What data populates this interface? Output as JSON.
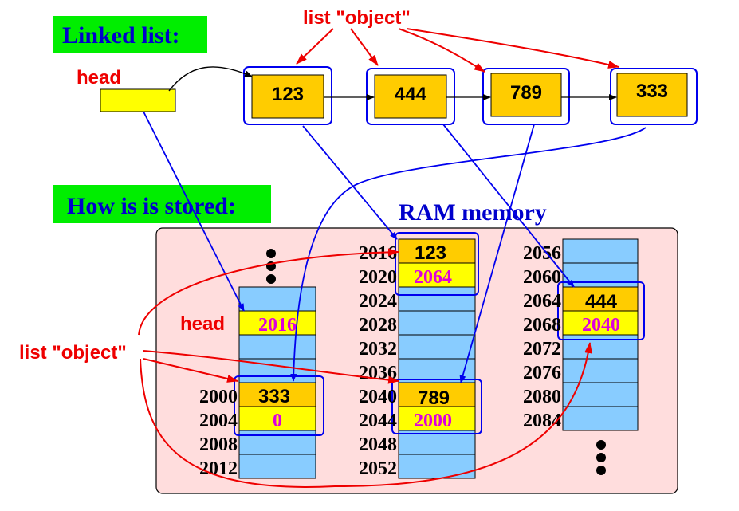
{
  "labels": {
    "linked_list_title": "Linked list:",
    "stored_title": "How is is stored:",
    "ram_title": "RAM memory",
    "head": "head",
    "list_object": "list \"object\""
  },
  "nodes": [
    "123",
    "444",
    "789",
    "333"
  ],
  "memory": {
    "col1": {
      "addresses": [
        "2000",
        "2004",
        "2008",
        "2012"
      ],
      "head_value": "2016",
      "node_value": "333",
      "node_next": "0"
    },
    "col2": {
      "addresses": [
        "2016",
        "2020",
        "2024",
        "2028",
        "2032",
        "2036",
        "2040",
        "2044",
        "2048",
        "2052"
      ],
      "node_a_value": "123",
      "node_a_next": "2064",
      "node_b_value": "789",
      "node_b_next": "2000"
    },
    "col3": {
      "addresses": [
        "2056",
        "2060",
        "2064",
        "2068",
        "2072",
        "2076",
        "2080",
        "2084"
      ],
      "node_value": "444",
      "node_next": "2040"
    }
  },
  "colors": {
    "title_bg": "#00ee00",
    "title_text": "#0000cc",
    "red": "#ee0000",
    "blue": "#0000ee",
    "node_fill": "#ffcc00",
    "head_fill": "#ffff00",
    "cell_fill": "#88ccff",
    "ram_bg": "#ffdddd",
    "magenta": "#dd00dd"
  }
}
